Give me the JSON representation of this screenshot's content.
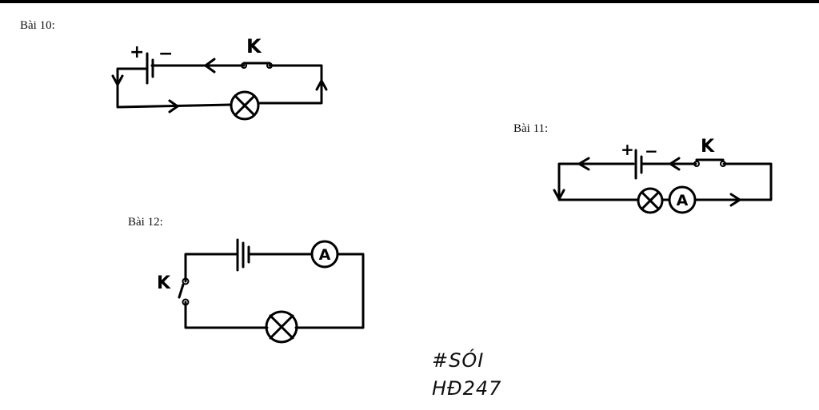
{
  "labels": {
    "bai10": "Bài 10:",
    "bai11": "Bài 11:",
    "bai12": "Bài 12:"
  },
  "symbols": {
    "plus": "+",
    "minus": "−",
    "switch": "K",
    "ammeter": "A"
  },
  "signature": {
    "line1": "#SÓI",
    "line2": "HĐ247"
  }
}
